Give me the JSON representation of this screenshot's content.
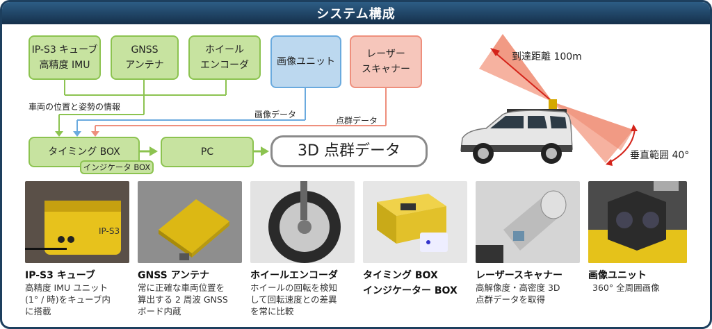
{
  "header": {
    "title": "システム構成"
  },
  "boxes": {
    "imu": "IP-S3 キューブ\n高精度 IMU",
    "gnss": "GNSS\nアンテナ",
    "encoder": "ホイール\nエンコーダ",
    "camera": "画像ユニット",
    "scanner": "レーザー\nスキャナー",
    "timing_box": "タイミング BOX",
    "indicator_box": "インジケータ BOX",
    "pc": "PC",
    "result": "3D 点群データ"
  },
  "labels": {
    "vehicle_info": "車両の位置と姿勢の情報",
    "image_data": "画像データ",
    "point_data": "点群データ"
  },
  "vehicle": {
    "range_label": "到達距離 100m",
    "vertical_label": "垂直範囲 40°"
  },
  "colors": {
    "header": "#1d3f5e",
    "green": "#8cc350",
    "blue": "#6aaade",
    "pink": "#ee8f7d"
  },
  "components": [
    {
      "title": "IP-S3 キューブ",
      "desc": "高精度 IMU ユニット\n(1° / 時)をキューブ内\nに搭載"
    },
    {
      "title": "GNSS アンテナ",
      "desc": "常に正確な車両位置を\n算出する 2 周波 GNSS\nボード内蔵"
    },
    {
      "title": "ホイールエンコーダ",
      "desc": "ホイールの回転を検知\nして回転速度との差異\nを常に比較"
    },
    {
      "title": "タイミング BOX\nインジケーター BOX",
      "desc": ""
    },
    {
      "title": "レーザースキャナー",
      "desc": "高解像度・高密度 3D\n点群データを取得"
    },
    {
      "title": "画像ユニット",
      "desc": "360°  全周囲画像"
    }
  ]
}
